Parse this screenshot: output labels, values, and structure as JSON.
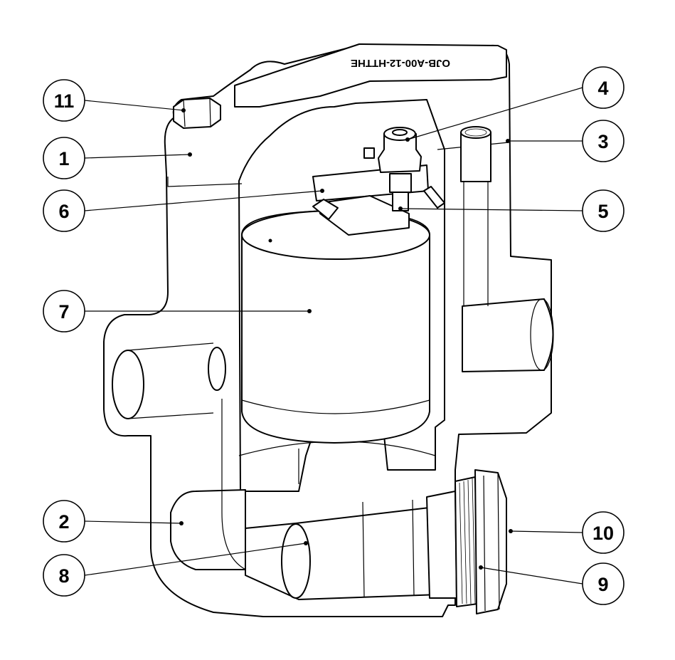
{
  "diagram": {
    "engraving": "OJB-A00-12-HTTHE",
    "callouts": [
      {
        "id": "1",
        "label": "1"
      },
      {
        "id": "2",
        "label": "2"
      },
      {
        "id": "3",
        "label": "3"
      },
      {
        "id": "4",
        "label": "4"
      },
      {
        "id": "5",
        "label": "5"
      },
      {
        "id": "6",
        "label": "6"
      },
      {
        "id": "7",
        "label": "7"
      },
      {
        "id": "8",
        "label": "8"
      },
      {
        "id": "9",
        "label": "9"
      },
      {
        "id": "10",
        "label": "10"
      },
      {
        "id": "11",
        "label": "11"
      }
    ]
  }
}
